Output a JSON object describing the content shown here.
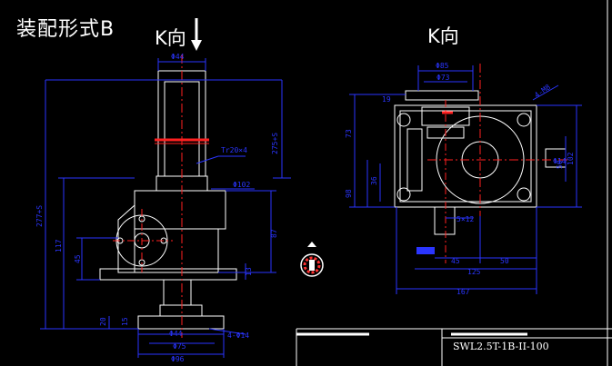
{
  "drawing": {
    "title": "装配形式B",
    "view_label_left": "K向",
    "view_label_right": "K向",
    "model_code": "SWL2.5T-1B-II-100"
  },
  "colors": {
    "background": "#000000",
    "outline": "#ffffff",
    "dimension": "#2a35ff",
    "centerline": "#ff2020",
    "hatch": "#ff3030"
  },
  "labels": {
    "left": {
      "d_top": "Φ44",
      "d_ring": "Tr20×4",
      "d_body": "Φ102",
      "d_flange_inner": "Φ44",
      "d_flange_mid": "Φ75",
      "d_flange_outer": "Φ96",
      "holes": "4-Φ14",
      "h_top": "275+S",
      "h_total": "277+S",
      "h_gear": "117",
      "h_small": "45",
      "h_right": "87",
      "h_stub": "13",
      "h_base": "20",
      "h_base2": "15"
    },
    "right": {
      "d_top": "Φ85",
      "d_mid": "Φ73",
      "d_bolt": "4-M8",
      "w_left": "19",
      "h_upper": "73",
      "h_lower": "98",
      "h_ring": "36",
      "d_shaft": "Φ14",
      "h_right1": "50",
      "h_right2": "102",
      "key": "5×12",
      "w_bottom1": "45",
      "w_bottom2": "50",
      "w_bottom3": "125",
      "w_total": "167"
    }
  }
}
